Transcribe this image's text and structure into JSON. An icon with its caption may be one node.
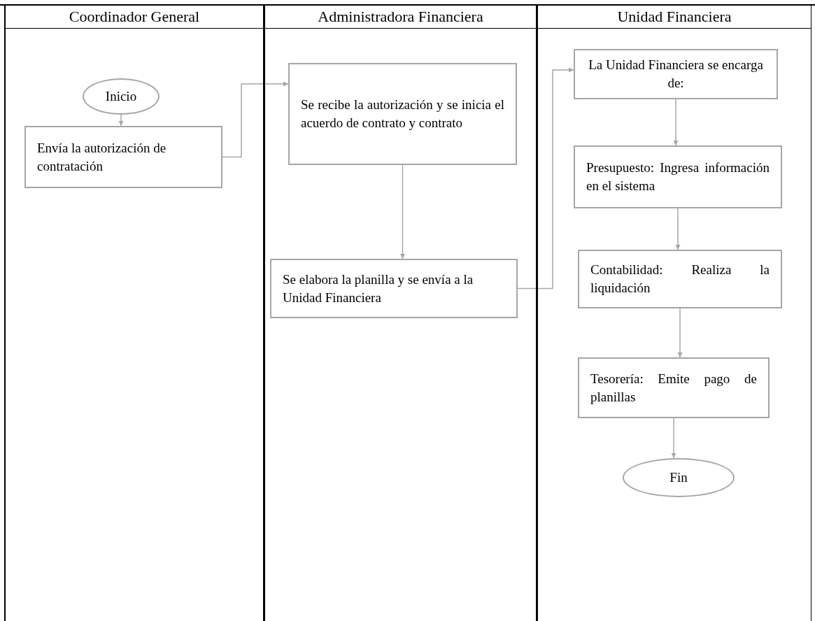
{
  "diagram": {
    "nodes": [
      {
        "text": [
          "Coordinador General"
        ]
      },
      {
        "text": [
          "Administradora Financiera"
        ]
      },
      {
        "text": [
          "Unidad Financiera"
        ]
      },
      {
        "text": [
          "Inicio"
        ],
        "in": 0
      },
      {
        "text": [
          "Envía la autorización de contratación"
        ],
        "in": 0
      },
      {
        "text": [
          "Se recibe la autorización y se inicia el acuerdo de contrato y contrato"
        ],
        "in": 1
      },
      {
        "text": [
          "Se elabora la planilla y se envía a la Unidad Financiera"
        ],
        "in": 1
      },
      {
        "text": [
          "La Unidad Financiera se encarga de:"
        ],
        "in": 2
      },
      {
        "text": [
          "Presupuesto: Ingresa información en el sistema"
        ],
        "in": 2
      },
      {
        "text": [
          "Contabilidad: Realiza la liquidación"
        ],
        "in": 2
      },
      {
        "text": [
          "Tesorería: Emite pago de planillas"
        ],
        "in": 2
      },
      {
        "text": [
          "Fin"
        ],
        "in": 2
      }
    ],
    "edges": [
      {
        "from": 3,
        "to": 4,
        "arrow": "to"
      },
      {
        "from": 4,
        "to": 5,
        "arrow": "to"
      },
      {
        "from": 5,
        "to": 6,
        "arrow": "to"
      },
      {
        "from": 6,
        "to": 7,
        "arrow": "to"
      },
      {
        "from": 7,
        "to": 8,
        "arrow": "to"
      },
      {
        "from": 8,
        "to": 9,
        "arrow": "to"
      },
      {
        "from": 9,
        "to": 10,
        "arrow": "to"
      },
      {
        "from": 10,
        "to": 11,
        "arrow": "to"
      }
    ]
  }
}
